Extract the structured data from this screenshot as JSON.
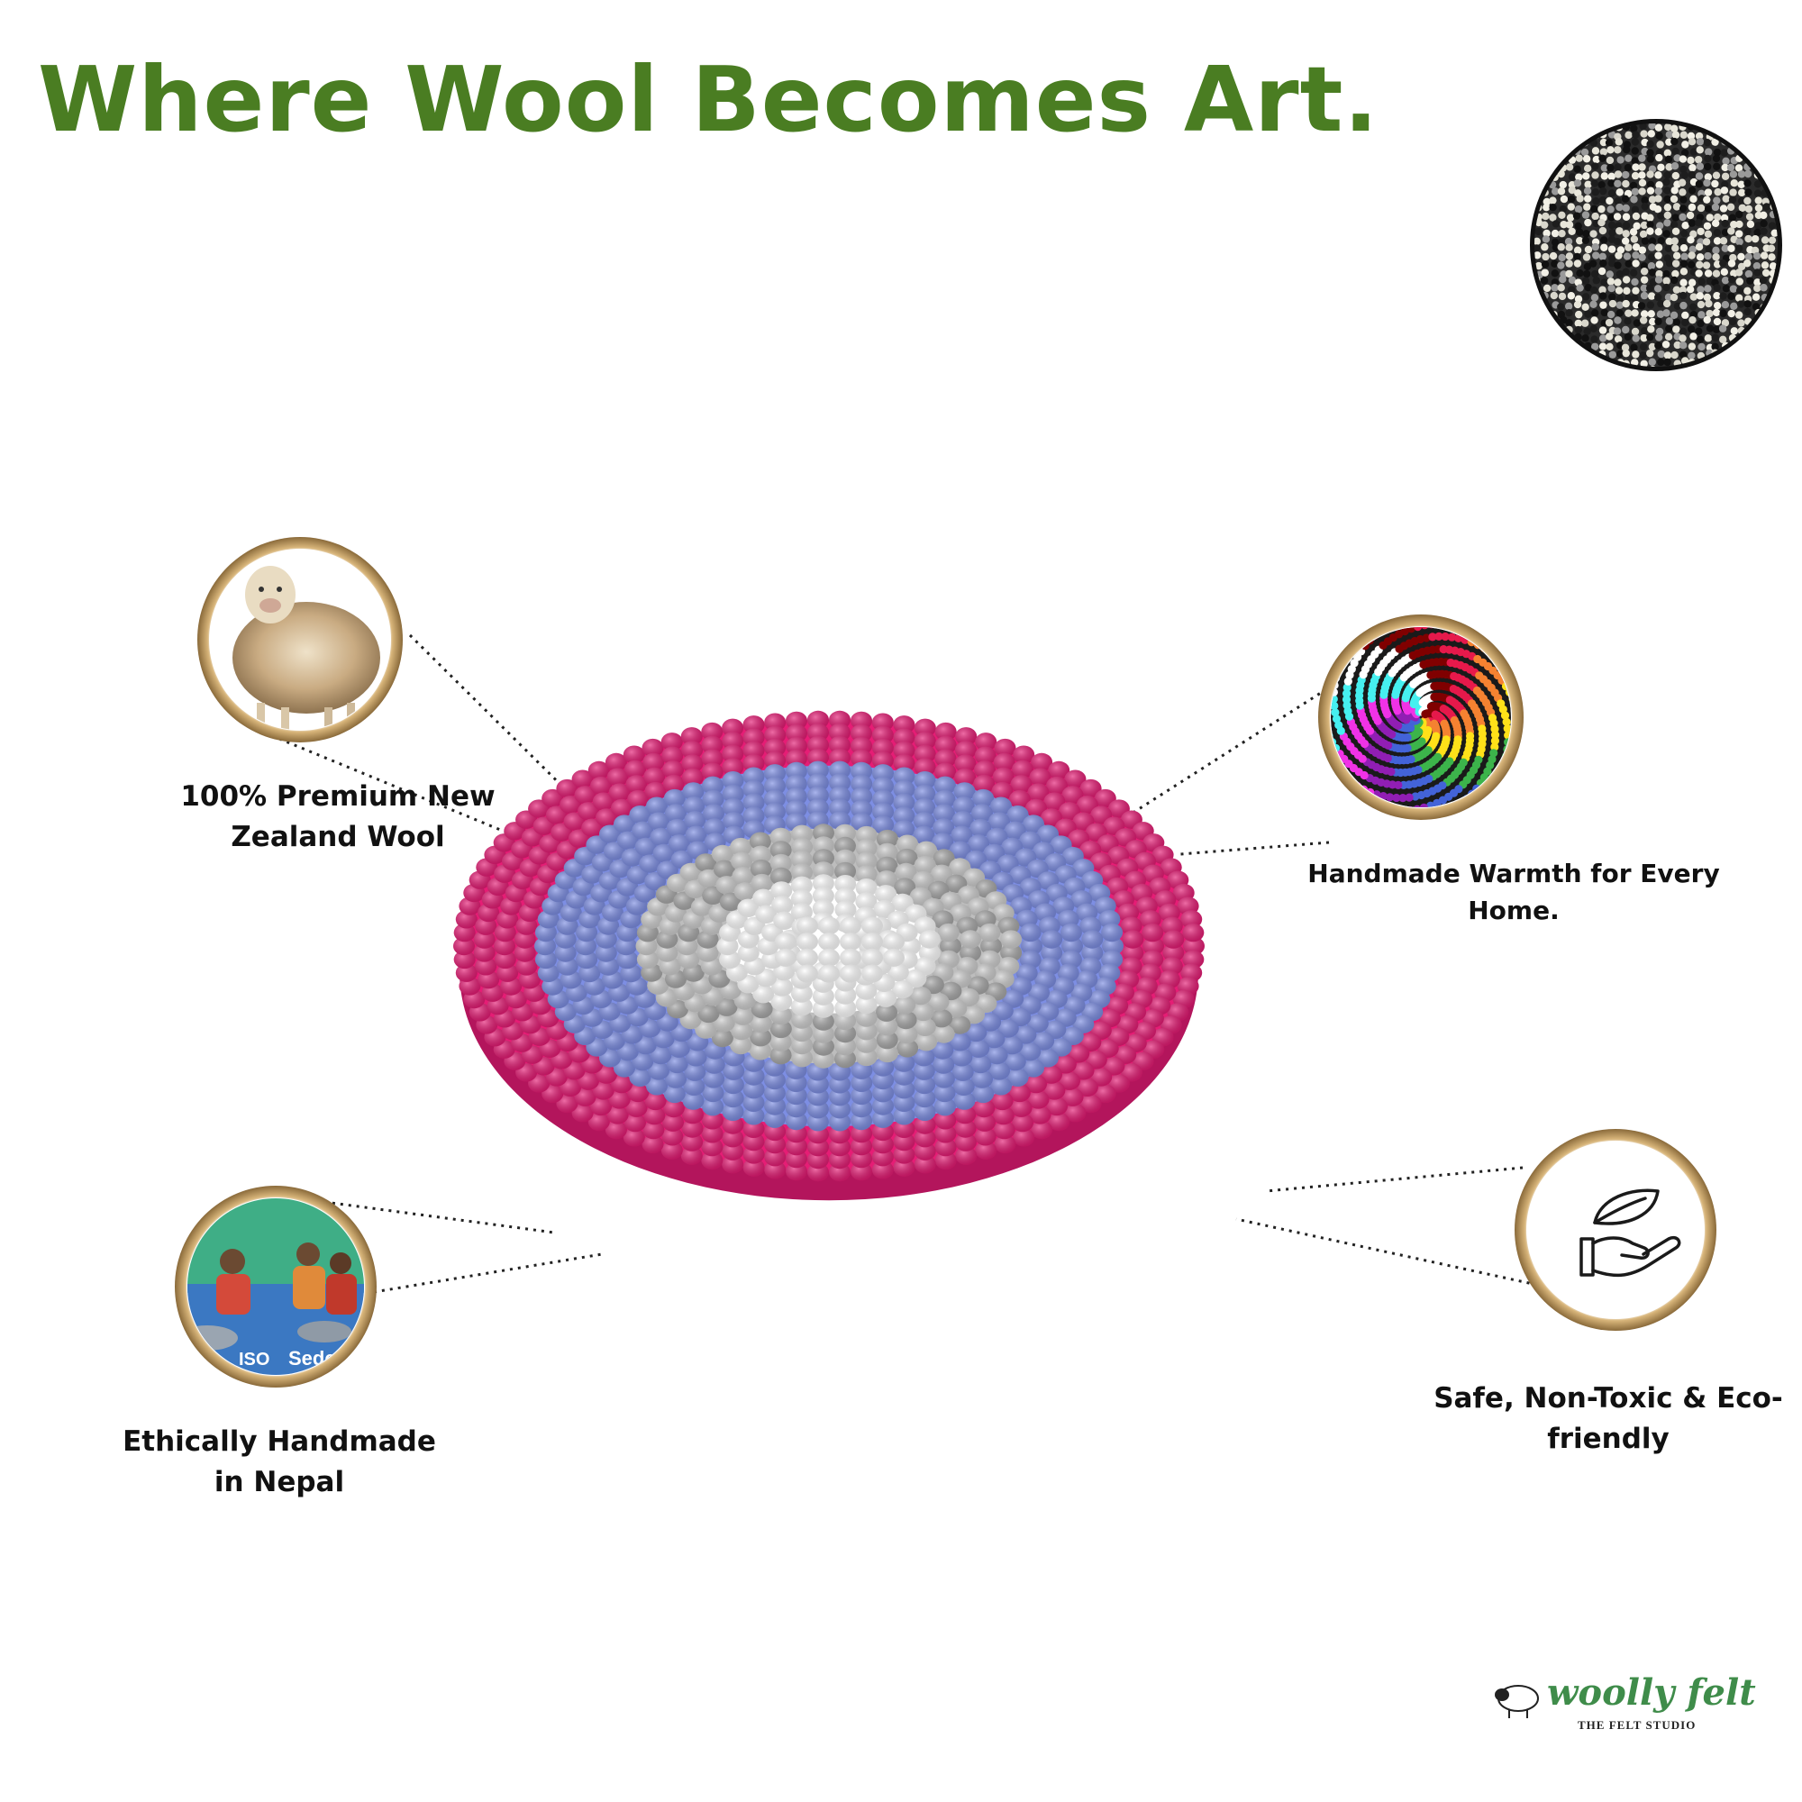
{
  "headline": "Where Wool Becomes Art.",
  "features": [
    {
      "label": "100% Premium New Zealand Wool",
      "icon": "sheep-photo"
    },
    {
      "label": "Handmade Warmth for Every Home.",
      "icon": "rainbow-swirl-rug-photo"
    },
    {
      "label": "Ethically Handmade in Nepal",
      "icon": "artisans-photo"
    },
    {
      "label": "Safe, Non-Toxic & Eco-friendly",
      "icon": "hand-leaf-icon"
    }
  ],
  "artisan_photo_text": {
    "badge": "ISO",
    "partial_word": "Sede"
  },
  "logo": {
    "name": "woolly felt",
    "tagline": "THE FELT STUDIO"
  },
  "colors": {
    "headline": "#4a7d22",
    "rug_rings": [
      "#e51d75",
      "#7d8ee3",
      "#bdbdbd",
      "#ffffff"
    ],
    "frame": "#b8945a",
    "logo": "#3f8c4a"
  }
}
